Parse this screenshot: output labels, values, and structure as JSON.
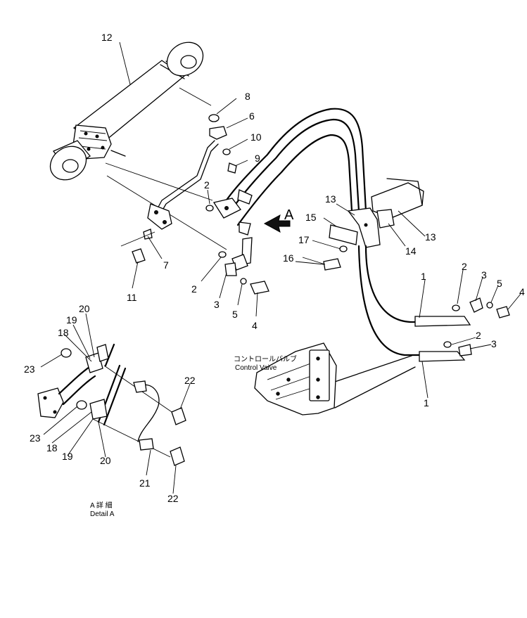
{
  "callouts": {
    "c1a": "1",
    "c1b": "1",
    "c2a": "2",
    "c2b": "2",
    "c2c": "2",
    "c2d": "2",
    "c3a": "3",
    "c3b": "3",
    "c3c": "3",
    "c4a": "4",
    "c4b": "4",
    "c5a": "5",
    "c5b": "5",
    "c6": "6",
    "c7": "7",
    "c8": "8",
    "c9": "9",
    "c10": "10",
    "c11": "11",
    "c12": "12",
    "c13a": "13",
    "c13b": "13",
    "c14": "14",
    "c15": "15",
    "c16": "16",
    "c17": "17",
    "c18a": "18",
    "c18b": "18",
    "c19a": "19",
    "c19b": "19",
    "c20a": "20",
    "c20b": "20",
    "c21": "21",
    "c22a": "22",
    "c22b": "22",
    "c23a": "23",
    "c23b": "23"
  },
  "view_marker": "A",
  "control_valve": {
    "jp": "コントロールバルブ",
    "en": "Control Vaive"
  },
  "detail": {
    "jp": "A 詳 細",
    "en": "Detail A"
  }
}
